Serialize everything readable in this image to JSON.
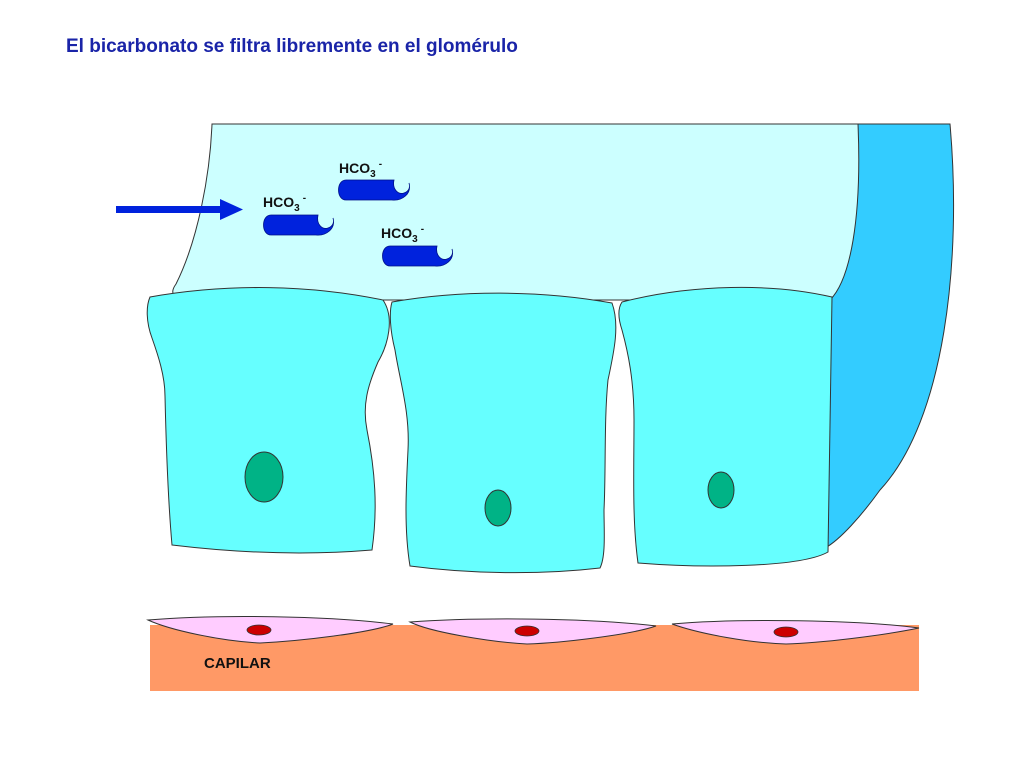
{
  "title": "El bicarbonato se filtra libremente en el glomérulo",
  "ions": [
    {
      "base": "HCO",
      "sub": "3",
      "sup": "-"
    },
    {
      "base": "HCO",
      "sub": "3",
      "sup": "-"
    },
    {
      "base": "HCO",
      "sub": "3",
      "sup": "-"
    }
  ],
  "capillary_label": "CAPILAR",
  "colors": {
    "title": "#1a24a8",
    "lumen": "#ccffff",
    "side_wall": "#33ccff",
    "cell": "#66ffff",
    "nucleus": "#00b386",
    "ion": "#0022dd",
    "arrow": "#0022dd",
    "capillary": "#ff9966",
    "endothelium": "#ffccff",
    "endothelial_nucleus": "#cc0000"
  }
}
